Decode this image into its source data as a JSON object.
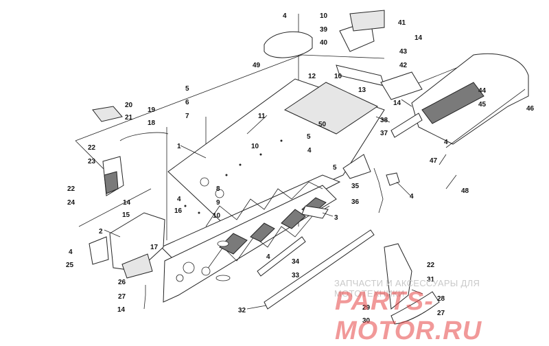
{
  "watermark": {
    "tagline": "ЗАПЧАСТИ И АКСЕССУАРЫ ДЛЯ МОТОТЕХНИКИ",
    "logo": "PARTS-MOTOR.RU"
  },
  "callouts": [
    "1",
    "2",
    "3",
    "4",
    "5",
    "6",
    "7",
    "8",
    "9",
    "10",
    "11",
    "12",
    "13",
    "14",
    "15",
    "16",
    "17",
    "18",
    "19",
    "20",
    "21",
    "22",
    "23",
    "24",
    "25",
    "26",
    "27",
    "28",
    "29",
    "30",
    "31",
    "32",
    "33",
    "34",
    "35",
    "36",
    "37",
    "38",
    "39",
    "40",
    "41",
    "42",
    "43",
    "44",
    "45",
    "46",
    "47",
    "48",
    "49",
    "50"
  ],
  "colors": {
    "line": "#222222",
    "watermark": "#e64646"
  }
}
